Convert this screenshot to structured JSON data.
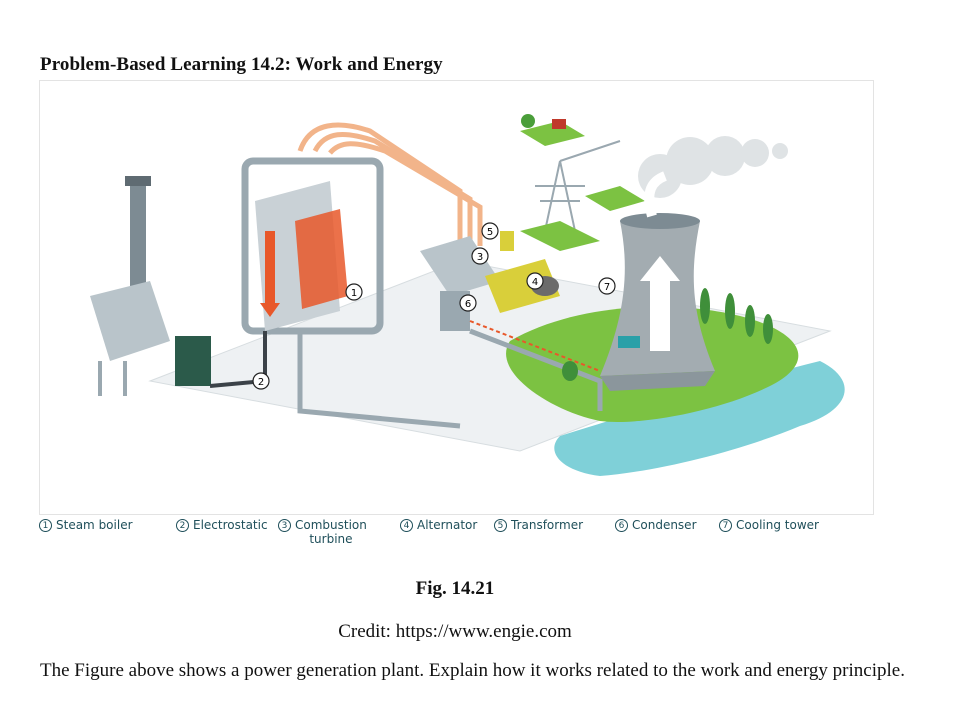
{
  "heading": "Problem-Based Learning 14.2: Work and Energy",
  "diagram": {
    "callouts": [
      "1",
      "2",
      "3",
      "4",
      "5",
      "6",
      "7"
    ],
    "legend": [
      {
        "num": "1",
        "label": "Steam boiler",
        "sub": ""
      },
      {
        "num": "2",
        "label": "Electrostatic",
        "sub": ""
      },
      {
        "num": "3",
        "label": "Combustion",
        "sub": "turbine"
      },
      {
        "num": "4",
        "label": "Alternator",
        "sub": ""
      },
      {
        "num": "5",
        "label": "Transformer",
        "sub": ""
      },
      {
        "num": "6",
        "label": "Condenser",
        "sub": ""
      },
      {
        "num": "7",
        "label": "Cooling tower",
        "sub": ""
      }
    ],
    "colors": {
      "pipe_grey": "#9aa8b0",
      "steam_orange": "#e8582a",
      "grass_green": "#7cc242",
      "water_blue": "#7fd0d8",
      "legend_text": "#1f4f5a"
    }
  },
  "figure_label": "Fig. 14.21",
  "credit": "Credit: https://www.engie.com",
  "question": "The Figure above shows a power generation plant. Explain how it works related to the work and energy principle."
}
